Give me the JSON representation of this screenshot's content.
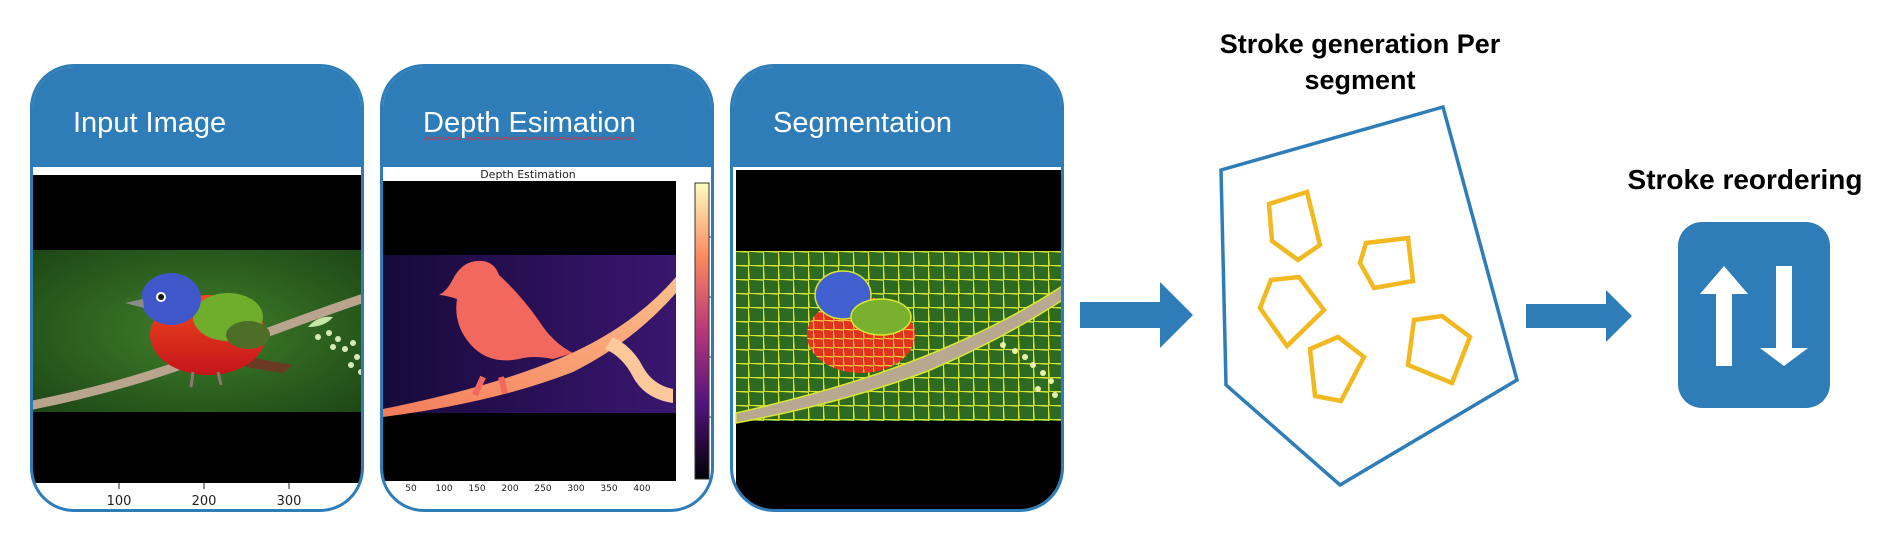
{
  "panels": {
    "input": {
      "title": "Input Image",
      "axis_ticks": [
        "100",
        "200",
        "300"
      ]
    },
    "depth": {
      "title": "Depth Esimation",
      "plot_title": "Depth Estimation",
      "axis_ticks": [
        "50",
        "100",
        "150",
        "200",
        "250",
        "300",
        "350",
        "400"
      ]
    },
    "segmentation": {
      "title": "Segmentation"
    }
  },
  "stages": {
    "stroke_generation": {
      "label_line1": "Stroke generation Per",
      "label_line2": "segment"
    },
    "stroke_reordering": {
      "label": "Stroke reordering"
    }
  },
  "colors": {
    "accent_blue": "#2e7db8",
    "stroke_yellow": "#f2b81f",
    "segment_lines": "#d8e833",
    "background_green": "#2e6b22"
  }
}
